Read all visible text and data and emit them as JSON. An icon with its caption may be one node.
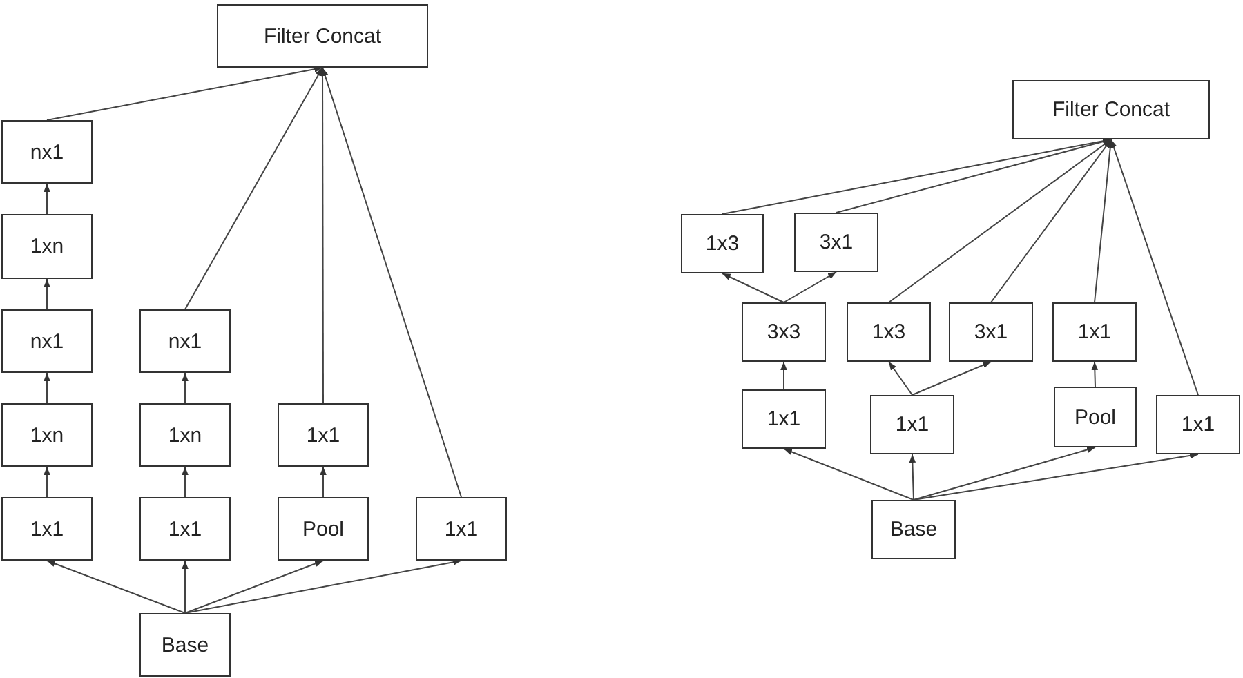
{
  "diagram": {
    "nodes": [
      {
        "text": [
          "Filter Concat"
        ]
      },
      {
        "text": [
          "nx1"
        ]
      },
      {
        "text": [
          "1xn"
        ]
      },
      {
        "text": [
          "nx1"
        ]
      },
      {
        "text": [
          "nx1"
        ]
      },
      {
        "text": [
          "1xn"
        ]
      },
      {
        "text": [
          "1xn"
        ]
      },
      {
        "text": [
          "1x1"
        ]
      },
      {
        "text": [
          "1x1"
        ]
      },
      {
        "text": [
          "1x1"
        ]
      },
      {
        "text": [
          "Pool"
        ]
      },
      {
        "text": [
          "1x1"
        ]
      },
      {
        "text": [
          "Base"
        ]
      },
      {
        "text": [
          "Filter Concat"
        ]
      },
      {
        "text": [
          "1x3"
        ]
      },
      {
        "text": [
          "3x1"
        ]
      },
      {
        "text": [
          "3x3"
        ]
      },
      {
        "text": [
          "1x3"
        ]
      },
      {
        "text": [
          "3x1"
        ]
      },
      {
        "text": [
          "1x1"
        ]
      },
      {
        "text": [
          "1x1"
        ]
      },
      {
        "text": [
          "1x1"
        ]
      },
      {
        "text": [
          "Pool"
        ]
      },
      {
        "text": [
          "1x1"
        ]
      },
      {
        "text": [
          "Base"
        ]
      }
    ],
    "edges": [
      {
        "from": 12,
        "to": 8,
        "arrow": "to"
      },
      {
        "from": 12,
        "to": 9,
        "arrow": "to"
      },
      {
        "from": 12,
        "to": 10,
        "arrow": "to"
      },
      {
        "from": 12,
        "to": 11,
        "arrow": "to"
      },
      {
        "from": 8,
        "to": 5,
        "arrow": "to"
      },
      {
        "from": 5,
        "to": 3,
        "arrow": "to"
      },
      {
        "from": 3,
        "to": 2,
        "arrow": "to"
      },
      {
        "from": 2,
        "to": 1,
        "arrow": "to"
      },
      {
        "from": 1,
        "to": 0,
        "arrow": "to"
      },
      {
        "from": 9,
        "to": 6,
        "arrow": "to"
      },
      {
        "from": 6,
        "to": 4,
        "arrow": "to"
      },
      {
        "from": 4,
        "to": 0,
        "arrow": "to"
      },
      {
        "from": 10,
        "to": 7,
        "arrow": "to"
      },
      {
        "from": 7,
        "to": 0,
        "arrow": "to"
      },
      {
        "from": 11,
        "to": 0,
        "arrow": "to"
      },
      {
        "from": 24,
        "to": 20,
        "arrow": "to"
      },
      {
        "from": 24,
        "to": 21,
        "arrow": "to"
      },
      {
        "from": 24,
        "to": 22,
        "arrow": "to"
      },
      {
        "from": 24,
        "to": 23,
        "arrow": "to"
      },
      {
        "from": 20,
        "to": 16,
        "arrow": "to"
      },
      {
        "from": 16,
        "to": 14,
        "arrow": "to"
      },
      {
        "from": 16,
        "to": 15,
        "arrow": "to"
      },
      {
        "from": 21,
        "to": 17,
        "arrow": "to"
      },
      {
        "from": 21,
        "to": 18,
        "arrow": "to"
      },
      {
        "from": 22,
        "to": 19,
        "arrow": "to"
      },
      {
        "from": 14,
        "to": 13,
        "arrow": "to"
      },
      {
        "from": 15,
        "to": 13,
        "arrow": "to"
      },
      {
        "from": 17,
        "to": 13,
        "arrow": "to"
      },
      {
        "from": 18,
        "to": 13,
        "arrow": "to"
      },
      {
        "from": 19,
        "to": 13,
        "arrow": "to"
      },
      {
        "from": 23,
        "to": 13,
        "arrow": "to"
      }
    ]
  }
}
